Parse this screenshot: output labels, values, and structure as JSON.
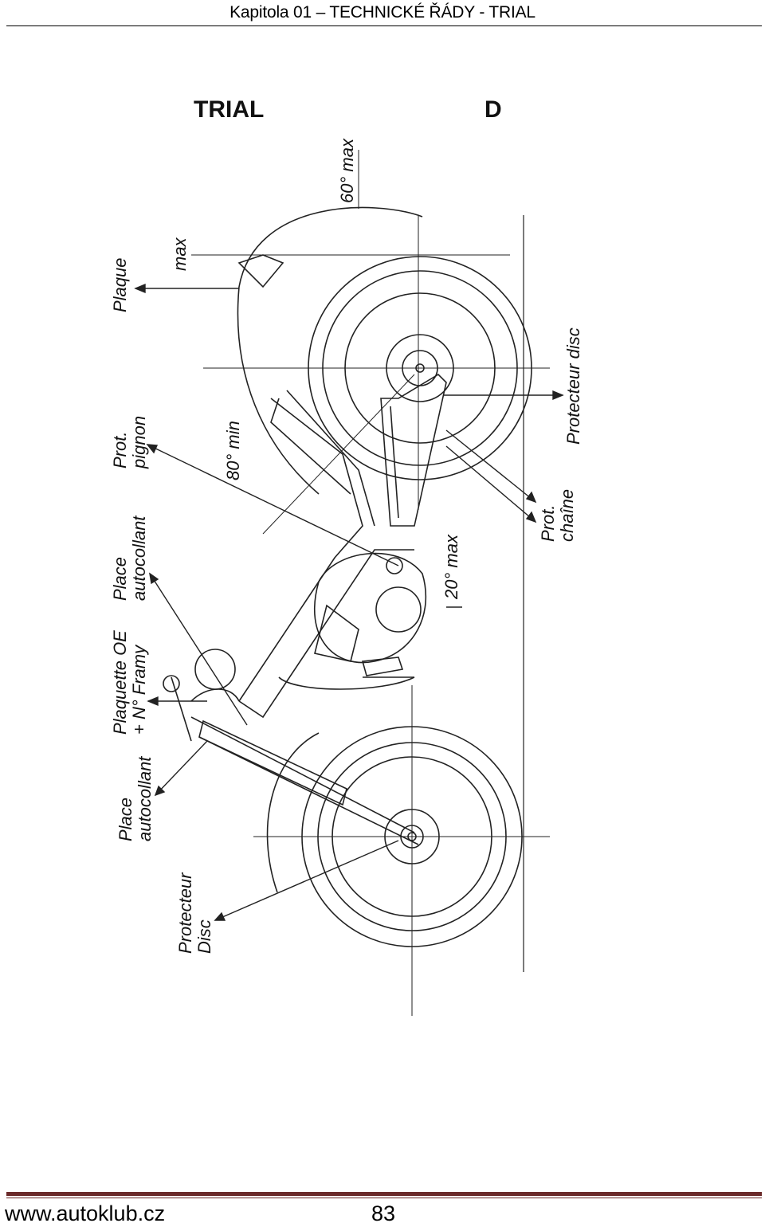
{
  "header": {
    "title": "Kapitola 01 – TECHNICKÉ ŘÁDY - TRIAL"
  },
  "figure": {
    "heading_left": "TRIAL",
    "heading_right": "D",
    "labels": {
      "angle_60": "60° max",
      "max": "max",
      "plaque": "Plaque",
      "protecteur_disc_rear": "Protecteur disc",
      "prot_pignon_1": "Prot.",
      "prot_pignon_2": "pignon",
      "angle_80": "80° min",
      "place_autocollant_upper_1": "Place",
      "place_autocollant_upper_2": "autocollant",
      "prot_chaine_1": "Prot.",
      "prot_chaine_2": "chaîne",
      "angle_20": "20° max",
      "plaquette_1": "Plaquette OE",
      "plaquette_2": "+ N° Framy",
      "place_autocollant_lower_1": "Place",
      "place_autocollant_lower_2": "autocollant",
      "protecteur_disc_front_1": "Protecteur",
      "protecteur_disc_front_2": "Disc"
    }
  },
  "footer": {
    "url": "www.autoklub.cz",
    "page": "83"
  }
}
